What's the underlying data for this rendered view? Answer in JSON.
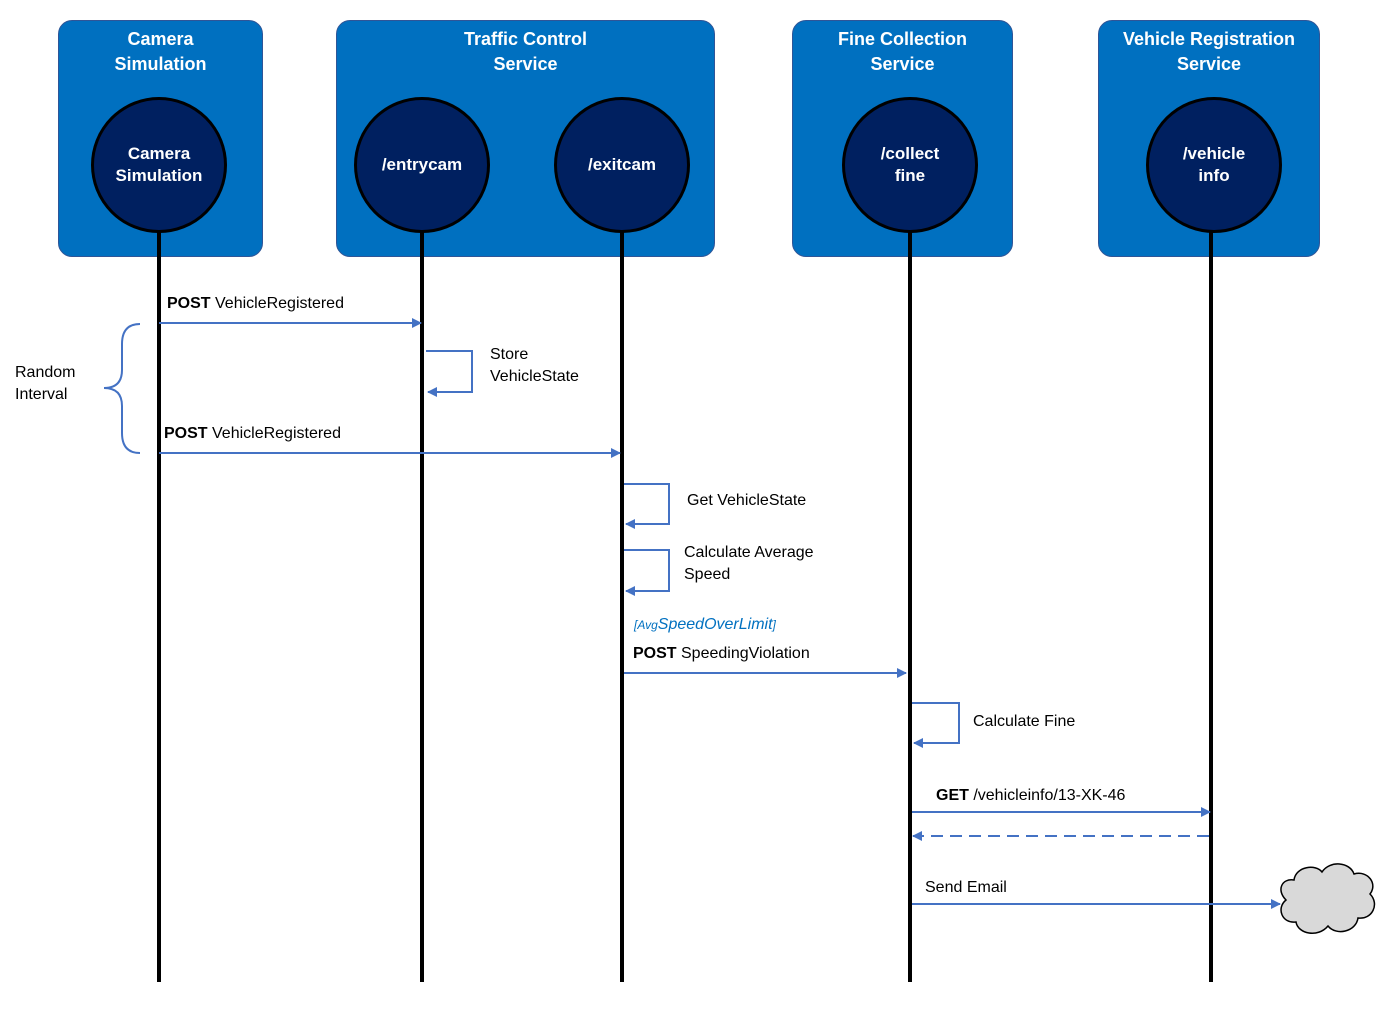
{
  "services": [
    {
      "title": "Camera\nSimulation",
      "endpoint": "Camera\nSimulation"
    },
    {
      "title": "Traffic Control\nService",
      "endpoints": [
        "/entrycam",
        "/exitcam"
      ]
    },
    {
      "title": "Fine Collection\nService",
      "endpoint": "/collect\nfine"
    },
    {
      "title": "Vehicle Registration\nService",
      "endpoint": "/vehicle\ninfo"
    }
  ],
  "messages": {
    "post1": {
      "method": "POST",
      "text": " VehicleRegistered"
    },
    "store": "Store\nVehicleState",
    "interval": "Random\nInterval",
    "post2": {
      "method": "POST",
      "text": " VehicleRegistered"
    },
    "get_state": "Get VehicleState",
    "calc_speed": "Calculate Average\nSpeed",
    "guard": {
      "open": "[Avg",
      "main": "SpeedOverLimit",
      "close": "]"
    },
    "post3": {
      "method": "POST",
      "text": " SpeedingViolation"
    },
    "calc_fine": "Calculate Fine",
    "get_info": {
      "method": "GET",
      "text": " /vehicleinfo/13-XK-46"
    },
    "send_email": "Send Email"
  },
  "colors": {
    "box": "#0070c0",
    "circle": "#002060",
    "arrow": "#4472c4",
    "guard": "#0070c0",
    "cloud": "#d9d9d9"
  }
}
